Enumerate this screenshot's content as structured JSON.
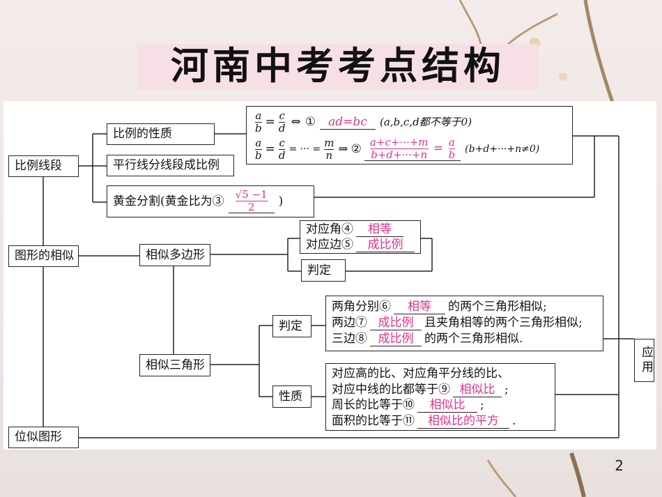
{
  "title": "河南中考考点结构",
  "page_number": "2",
  "nodes": {
    "root_ratio_segment": "比例线段",
    "ratio_property": "比例的性质",
    "parallel_lines": "平行线分线段成比例",
    "golden_label": "黄金分割(黄金比为③",
    "golden_close": ")",
    "golden_ans": "√5 −1 / 2",
    "similar_figures": "图形的相似",
    "similar_polygons": "相似多边形",
    "poly_line1_prefix": "对应角④",
    "poly_ans4": "相等",
    "poly_line2_prefix": "对应边⑤",
    "poly_ans5": "成比例",
    "poly_judge": "判定",
    "similar_triangles": "相似三角形",
    "tri_judge": "判定",
    "tri_property": "性质",
    "homothetic_figures": "位似图形",
    "application": "应用"
  },
  "ratio_formulas": {
    "f1": {
      "a": "a",
      "b": "b",
      "c": "c",
      "d": "d",
      "arrow": "⇔",
      "circ": "①",
      "answer": "ad=bc",
      "cond": "(a,b,c,d都不等于0)"
    },
    "f2": {
      "a": "a",
      "b": "b",
      "c": "c",
      "d": "d",
      "dots": "= ··· =",
      "m": "m",
      "n": "n",
      "arrow": "⇒",
      "circ": "②",
      "ans_num": "a+c+···+m",
      "ans_den": "b+d+···+n",
      "ans_rn": "a",
      "ans_rd": "b",
      "cond": "(b+d+···+n≠0)"
    }
  },
  "golden": {
    "num": "√5 −1",
    "den": "2"
  },
  "tri_judge_lines": [
    {
      "pre": "两角分别⑥",
      "ans": "相等",
      "post": "的两个三角形相似;"
    },
    {
      "pre": "两边⑦",
      "ans": "成比例",
      "post": "且夹角相等的两个三角形相似;"
    },
    {
      "pre": "三边⑧",
      "ans": "成比例",
      "post": "的两个三角形相似."
    }
  ],
  "tri_property_lines": [
    {
      "pre": "对应高的比、对应角平分线的比、",
      "ans": "",
      "post": ""
    },
    {
      "pre": "对应中线的比都等于⑨",
      "ans": "相似比",
      "post": ";"
    },
    {
      "pre": "周长的比等于⑩",
      "ans": "相似比",
      "post": ";"
    },
    {
      "pre": "面积的比等于⑪",
      "ans": "相似比的平方",
      "post": "."
    }
  ]
}
